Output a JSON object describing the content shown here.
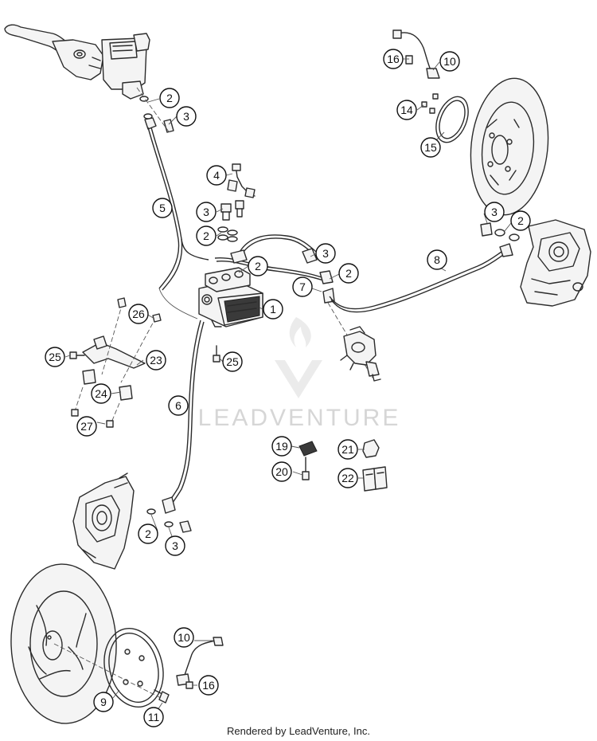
{
  "watermark": "LEADVENTURE",
  "footer_text": "Rendered by LeadVenture, Inc.",
  "callouts": [
    "2",
    "3",
    "16",
    "10",
    "14",
    "15",
    "4",
    "5",
    "3",
    "2",
    "2",
    "3",
    "2",
    "8",
    "3",
    "2",
    "7",
    "1",
    "26",
    "25",
    "23",
    "24",
    "27",
    "6",
    "25",
    "19",
    "20",
    "21",
    "22",
    "2",
    "3",
    "10",
    "9",
    "16",
    "11"
  ]
}
